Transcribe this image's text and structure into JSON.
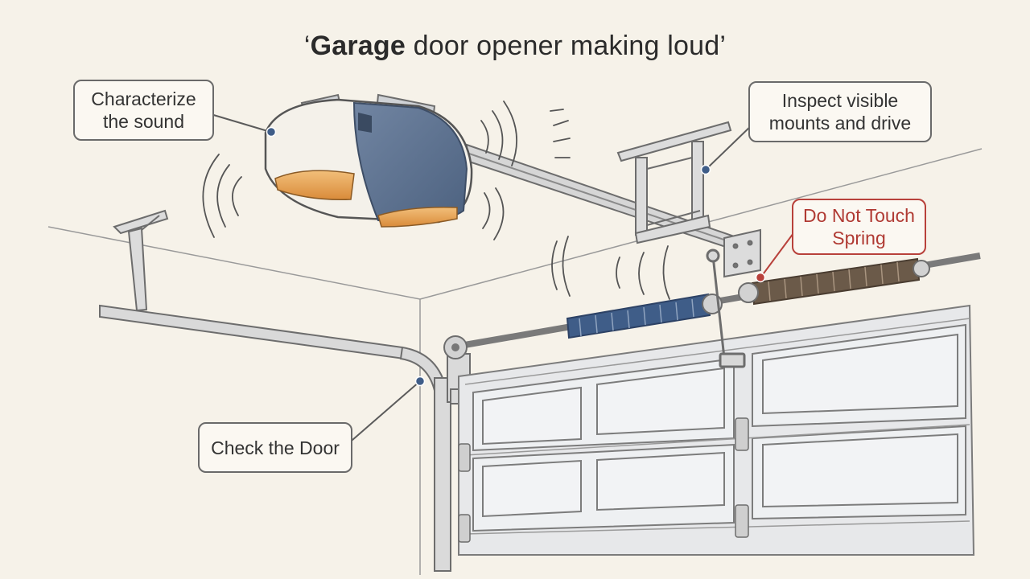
{
  "title": {
    "open_quote": "‘",
    "bold_word": "Garage",
    "rest": " door opener making loud",
    "close_quote": "’"
  },
  "callouts": {
    "sound": {
      "line1": "Characterize",
      "line2": "the sound"
    },
    "mounts": {
      "line1": "Inspect visible",
      "line2": "mounts and drive"
    },
    "spring": {
      "line1": "Do Not Touch",
      "line2": "Spring",
      "color": "#b8413b"
    },
    "door": {
      "line1": "Check the Door"
    }
  },
  "colors": {
    "background": "#f6f2e9",
    "motor_blue": "#5e7391",
    "light_amber": "#e7a458",
    "spring_blue": "#3f5d88",
    "spring_brown": "#6b5a49",
    "line": "#6a6a6a",
    "warning": "#b8413b"
  }
}
